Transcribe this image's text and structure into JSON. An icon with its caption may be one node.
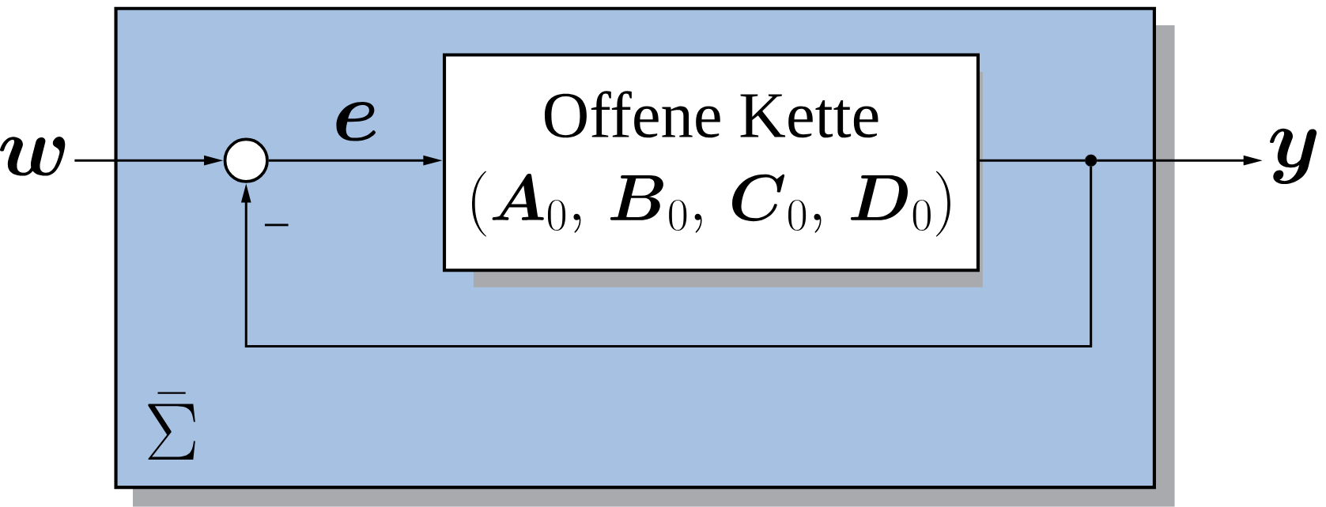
{
  "diagram": {
    "nodes": [
      {
        "text": [
          "\\bar{\\Sigma}"
        ]
      },
      {
        "text": [
          "w"
        ]
      },
      {
        "text": [],
        "shape": "circle",
        "in": 0
      },
      {
        "text": [
          "Offene Kette",
          "(\\boldsymbol{A}_0,\\, \\boldsymbol{B}_0,\\, \\boldsymbol{C}_0,\\, \\boldsymbol{D}_0)"
        ],
        "in": 0
      },
      {
        "text": [],
        "shape": "circle",
        "in": 0
      },
      {
        "text": [
          "y"
        ]
      }
    ],
    "edges": [
      {
        "from": 1,
        "to": 2,
        "arrow": "to"
      },
      {
        "from": 2,
        "to": 3,
        "arrow": "to",
        "label": "\\boldsymbol{e}"
      },
      {
        "from": 3,
        "to": 4,
        "arrow": "none"
      },
      {
        "from": 4,
        "to": 5,
        "arrow": "to"
      },
      {
        "from": 4,
        "to": 2,
        "arrow": "to"
      }
    ],
    "labels": [
      "–"
    ]
  }
}
